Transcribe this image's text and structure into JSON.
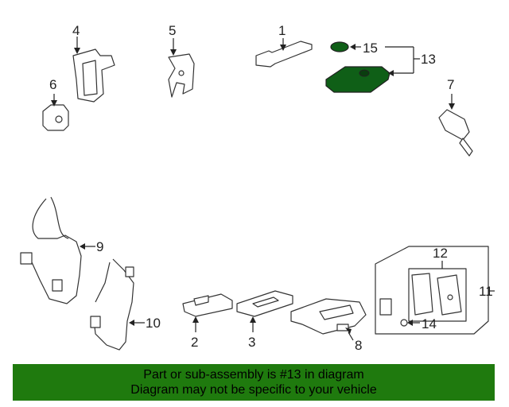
{
  "diagram": {
    "callouts": {
      "c1": "1",
      "c2": "2",
      "c3": "3",
      "c4": "4",
      "c5": "5",
      "c6": "6",
      "c7": "7",
      "c8": "8",
      "c9": "9",
      "c10": "10",
      "c11": "11",
      "c12": "12",
      "c13": "13",
      "c14": "14",
      "c15": "15"
    },
    "highlight_color": "#0f5f17",
    "banner_color": "#1f7a0e"
  },
  "banner": {
    "line1": "Part or sub-assembly is #13 in diagram",
    "line2": "Diagram may not be specific to your vehicle"
  }
}
